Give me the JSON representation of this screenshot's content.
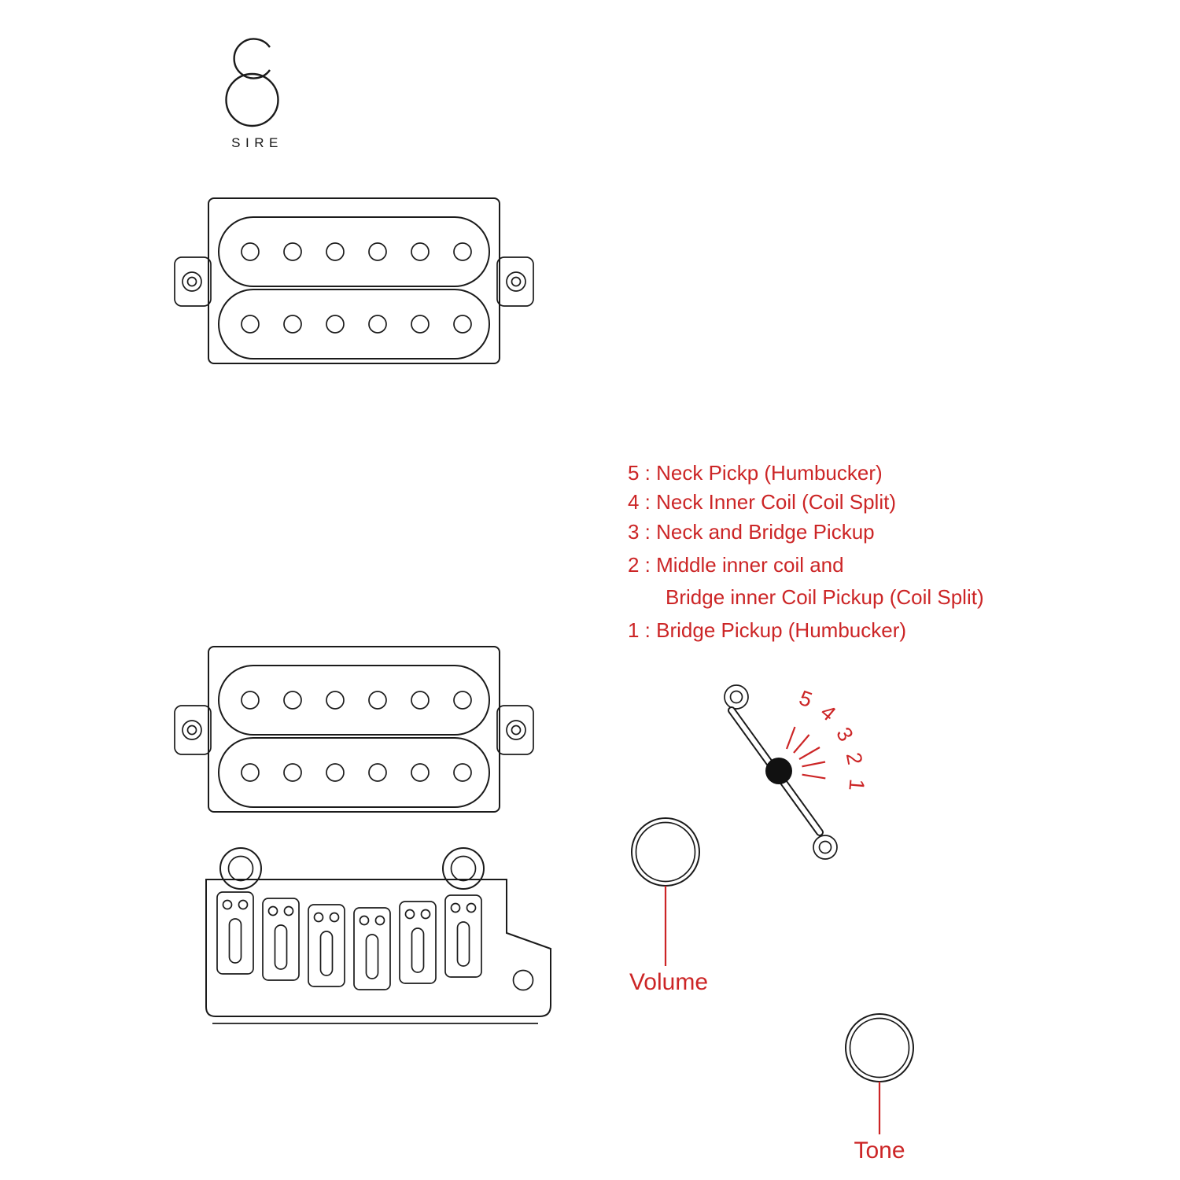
{
  "brand": {
    "name": "SIRE"
  },
  "colors": {
    "line": "#1b1b1b",
    "accent_red": "#cc2526",
    "knob_fill": "#111111",
    "background": "#ffffff"
  },
  "legend": {
    "lines": [
      "5 : Neck Pickp (Humbucker)",
      "4 : Neck Inner Coil (Coil Split)",
      "3 : Neck and Bridge Pickup",
      "2 : Middle inner coil and",
      "Bridge inner Coil Pickup (Coil Split)",
      "1 : Bridge Pickup (Humbucker)"
    ]
  },
  "switch": {
    "positions": [
      "5",
      "4",
      "3",
      "2",
      "1"
    ]
  },
  "controls": {
    "volume_label": "Volume",
    "tone_label": "Tone"
  }
}
